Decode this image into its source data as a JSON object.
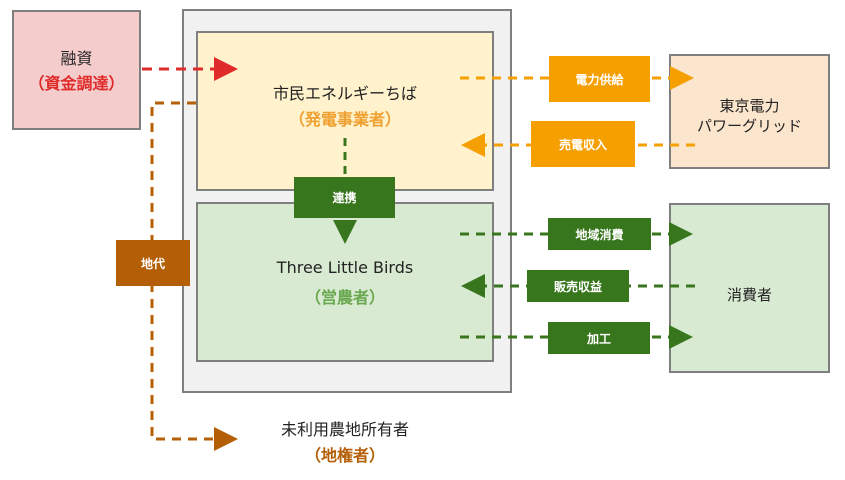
{
  "nodes": {
    "finance": {
      "title": "融資",
      "subtitle": "（資金調達）"
    },
    "producer": {
      "title": "市民エネルギーちば",
      "subtitle": "（発電事業者）"
    },
    "farmer": {
      "title": "Three Little Birds",
      "subtitle": "（営農者）"
    },
    "tepco": {
      "title_line1": "東京電力",
      "title_line2": "パワーグリッド"
    },
    "consumer": {
      "title": "消費者"
    },
    "landowner": {
      "title": "未利用農地所有者",
      "subtitle": "（地権者）"
    }
  },
  "labels": {
    "power_supply": "電力供給",
    "power_revenue": "売電収入",
    "cooperation": "連携",
    "local_consumption": "地域消費",
    "sales_revenue": "販売収益",
    "processing": "加工",
    "land_rent": "地代"
  },
  "colors": {
    "finance_flow": "#e02b2b",
    "energy_flow": "#f59f00",
    "farm_flow": "#38761d",
    "land_flow": "#b45f06"
  }
}
